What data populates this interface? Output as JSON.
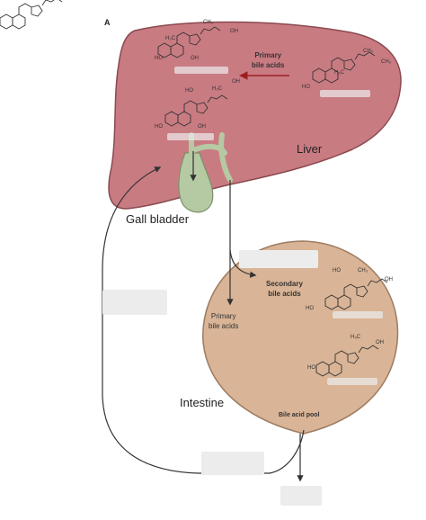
{
  "panel_label": "A",
  "labels": {
    "primary_bile_acids_top": [
      "Primary",
      "bile acids"
    ],
    "liver": "Liver",
    "gall_bladder": "Gall bladder",
    "secondary_bile_acids": [
      "Secondary",
      "bile acids"
    ],
    "primary_bile_acids_intestine": [
      "Primary",
      "bile acids"
    ],
    "intestine": "Intestine",
    "bile_acid_pool": "Bile acid pool"
  },
  "molecule_atoms": {
    "h3c": "H₃C",
    "ch3": "CH₃",
    "oh": "OH",
    "ho": "HO",
    "h": "H"
  },
  "colors": {
    "liver_fill": "#c97b82",
    "liver_stroke": "#8a4a50",
    "gallbladder_fill": "#b5c9a3",
    "intestine_fill": "#d9b496",
    "intestine_stroke": "#9c7c62",
    "arrow": "#333333",
    "arrow_red": "#9c1f1f",
    "blank": "#ececec"
  }
}
